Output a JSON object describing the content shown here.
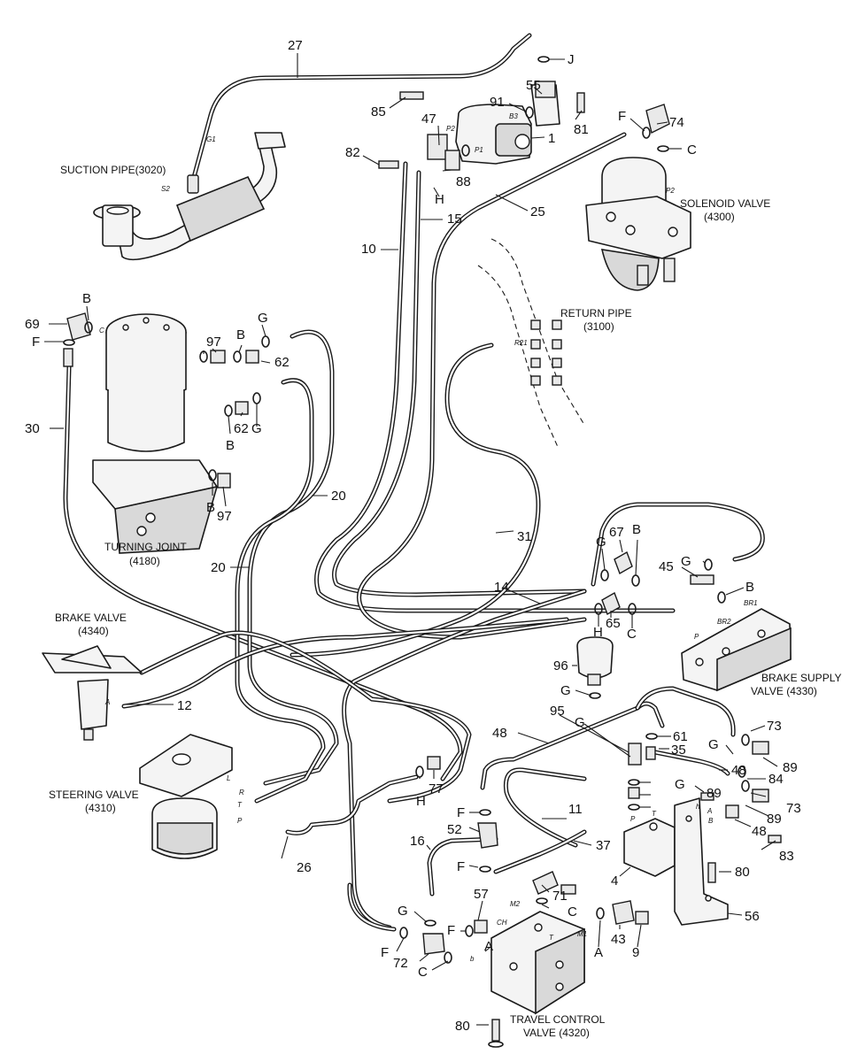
{
  "components": {
    "suction_pipe": {
      "name": "SUCTION PIPE(3020)"
    },
    "solenoid_valve": {
      "name": "SOLENOID VALVE",
      "code": "(4300)"
    },
    "return_pipe": {
      "name": "RETURN PIPE",
      "code": "(3100)"
    },
    "turning_joint": {
      "name": "TURNING JOINT",
      "code": "(4180)"
    },
    "brake_valve": {
      "name": "BRAKE VALVE",
      "code": "(4340)"
    },
    "brake_supply_valve": {
      "name": "BRAKE SUPPLY",
      "name2": "VALVE (4330)"
    },
    "steering_valve": {
      "name": "STEERING VALVE",
      "code": "(4310)"
    },
    "travel_control_valve": {
      "name": "TRAVEL CONTROL",
      "name2": "VALVE (4320)"
    }
  },
  "callouts": [
    "27",
    "J",
    "55",
    "91",
    "85",
    "47",
    "81",
    "1",
    "74",
    "F",
    "C",
    "82",
    "88",
    "H",
    "15",
    "25",
    "10",
    "B",
    "69",
    "G",
    "97",
    "62",
    "B",
    "F",
    "30",
    "B",
    "62",
    "G",
    "B",
    "97",
    "20",
    "20",
    "31",
    "67",
    "G",
    "B",
    "45",
    "G",
    "B",
    "14",
    "65",
    "H",
    "C",
    "96",
    "12",
    "G",
    "95",
    "G",
    "61",
    "35",
    "48",
    "G",
    "73",
    "89",
    "84",
    "G",
    "48",
    "89",
    "73",
    "89",
    "48",
    "77",
    "H",
    "F",
    "11",
    "52",
    "37",
    "16",
    "F",
    "71",
    "4",
    "83",
    "80",
    "26",
    "57",
    "C",
    "43",
    "56",
    "G",
    "F",
    "A",
    "F",
    "72",
    "C",
    "A",
    "9",
    "80"
  ],
  "port_labels": [
    "P2",
    "B3",
    "P1",
    "G1",
    "P2",
    "R21",
    "BR2",
    "BR1",
    "P",
    "A",
    "C",
    "L",
    "R",
    "T",
    "P",
    "M2",
    "M1",
    "CH",
    "b",
    "P",
    "T",
    "A",
    "B",
    "h",
    "T",
    "S2"
  ]
}
